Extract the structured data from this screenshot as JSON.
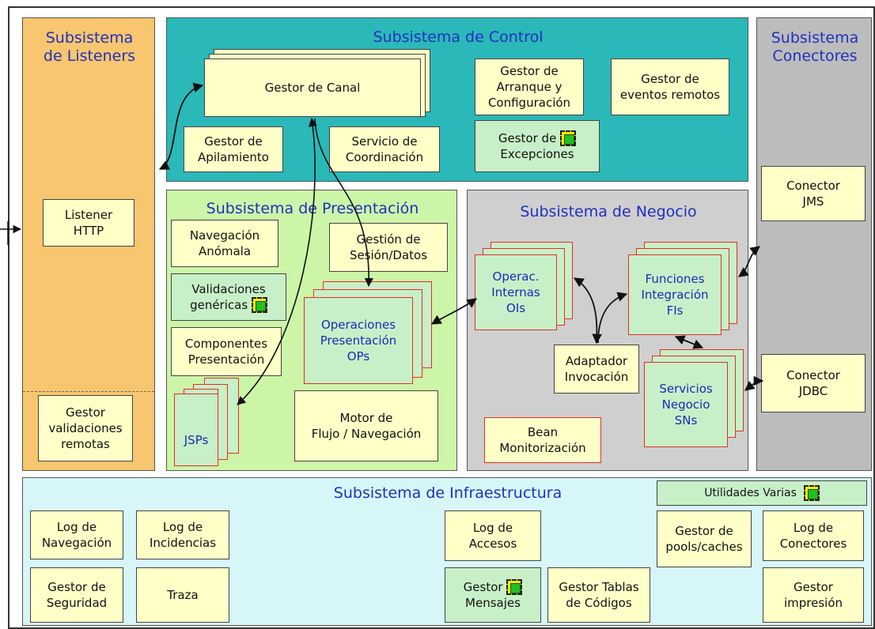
{
  "colors": {
    "listeners_bg": "#f7c66e",
    "control_bg": "#2bb8b8",
    "presentacion_bg": "#cdf5a8",
    "negocio_bg": "#cfcfcf",
    "conectores_bg": "#bcbcbc",
    "infra_bg": "#d6f6f8",
    "box_yellow": "#ffffc8",
    "box_green": "#c8f0c8",
    "title_blue": "#2030c0",
    "red_border": "#e03020"
  },
  "listeners": {
    "title": "Subsistema\nde Listeners",
    "listener_http": "Listener\nHTTP",
    "gestor_validaciones": "Gestor\nvalidaciones\nremotas"
  },
  "control": {
    "title": "Subsistema de Control",
    "gestor_canal": "Gestor de Canal",
    "gestor_arranque": "Gestor de\nArranque y\nConfiguración",
    "gestor_eventos": "Gestor de\neventos remotos",
    "gestor_apilamiento": "Gestor de\nApilamiento",
    "servicio_coordinacion": "Servicio de\nCoordinación",
    "gestor_excepciones_1": "Gestor de",
    "gestor_excepciones_2": "Excepciones"
  },
  "conectores": {
    "title": "Subsistema\nConectores",
    "jms": "Conector\nJMS",
    "jdbc": "Conector\nJDBC"
  },
  "presentacion": {
    "title": "Subsistema de Presentación",
    "navegacion_anomala": "Navegación\nAnómala",
    "validaciones_1": "Validaciones",
    "validaciones_2": "genéricas",
    "componentes": "Componentes\nPresentación",
    "jsps": "JSPs",
    "gestion_sesion": "Gestión de\nSesión/Datos",
    "operaciones": "Operaciones\nPresentación\nOPs",
    "motor_flujo": "Motor de\nFlujo / Navegación"
  },
  "negocio": {
    "title": "Subsistema de Negocio",
    "operac_internas": "Operac.\nInternas\nOIs",
    "funciones_integracion": "Funciones\nIntegración\nFIs",
    "adaptador": "Adaptador\nInvocación",
    "servicios_negocio": "Servicios\nNegocio\nSNs",
    "bean_monitorizacion": "Bean\nMonitorización"
  },
  "infraestructura": {
    "title": "Subsistema de Infraestructura",
    "utilidades": "Utilidades Varias",
    "log_navegacion": "Log de\nNavegación",
    "log_incidencias": "Log de\nIncidencias",
    "gestor_seguridad": "Gestor de\nSeguridad",
    "traza": "Traza",
    "log_accesos": "Log de\nAccesos",
    "gestor_mensajes_1": "Gestor",
    "gestor_mensajes_2": "Mensajes",
    "gestor_tablas": "Gestor Tablas\nde Códigos",
    "gestor_pools": "Gestor de\npools/caches",
    "log_conectores": "Log de\nConectores",
    "gestor_impresion": "Gestor\nimpresión"
  },
  "icons": [
    "component-cube-icon"
  ]
}
